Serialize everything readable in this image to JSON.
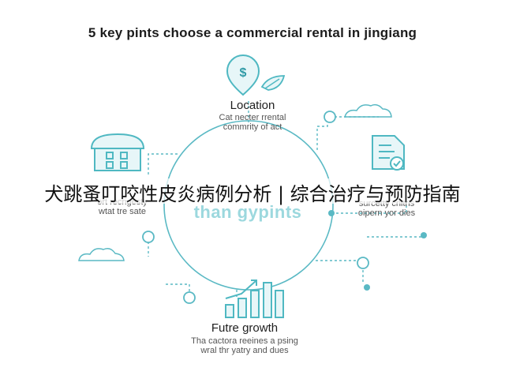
{
  "title": "5 key pints choose a commercial rental in jingiang",
  "nodes": {
    "location": {
      "icon": "location-pin-dollar-icon",
      "title": "Location",
      "desc_1": "Cat  necter rrental",
      "desc_2": "commrity of act"
    },
    "left": {
      "icon": "building-icon",
      "desc_1": "ort recrigesty",
      "desc_2": "wtat tre sate"
    },
    "right": {
      "icon": "document-check-icon",
      "desc_1": "surcetty crlitris",
      "desc_2": "oipern yor dies"
    },
    "growth": {
      "icon": "bar-chart-growth-icon",
      "title": "Futre growth",
      "desc_1": "Tha cactora reeines a psing",
      "desc_2": "wral thr yatry and dues"
    }
  },
  "center": {
    "text": "than gypints"
  },
  "overlay": {
    "text": "犬跳蚤叮咬性皮炎病例分析 | 综合治疗与预防指南"
  },
  "colors": {
    "accent": "#4fb8c2",
    "line": "#5ab9c4",
    "icon_fill": "#e7f6f8"
  }
}
